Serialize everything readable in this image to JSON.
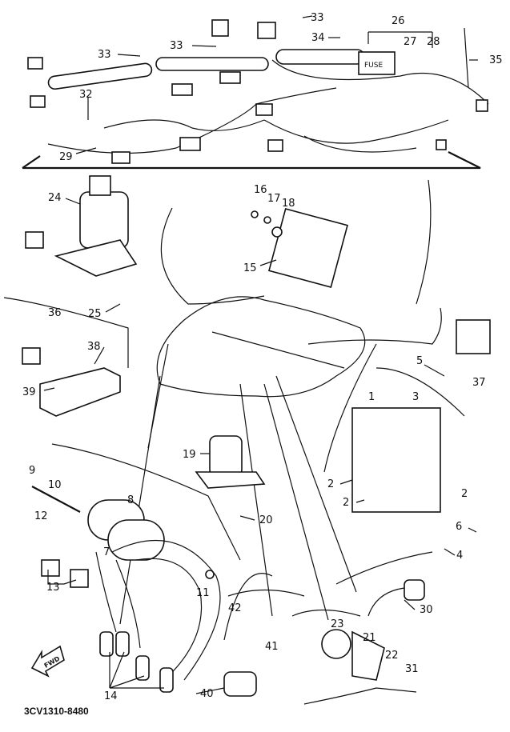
{
  "diagram": {
    "caption": "3CV1310-8480",
    "fwd_arrow_text": "FWD",
    "fuse_box_text": "FUSE",
    "callouts": [
      "33",
      "33",
      "33",
      "34",
      "26",
      "27",
      "28",
      "35",
      "32",
      "29",
      "24",
      "16",
      "17",
      "18",
      "15",
      "25",
      "36",
      "38",
      "39",
      "37",
      "5",
      "1",
      "3",
      "19",
      "2",
      "2",
      "2",
      "6",
      "4",
      "20",
      "9",
      "10",
      "8",
      "12",
      "7",
      "11",
      "13",
      "30",
      "42",
      "41",
      "23",
      "21",
      "22",
      "31",
      "40",
      "14"
    ]
  }
}
